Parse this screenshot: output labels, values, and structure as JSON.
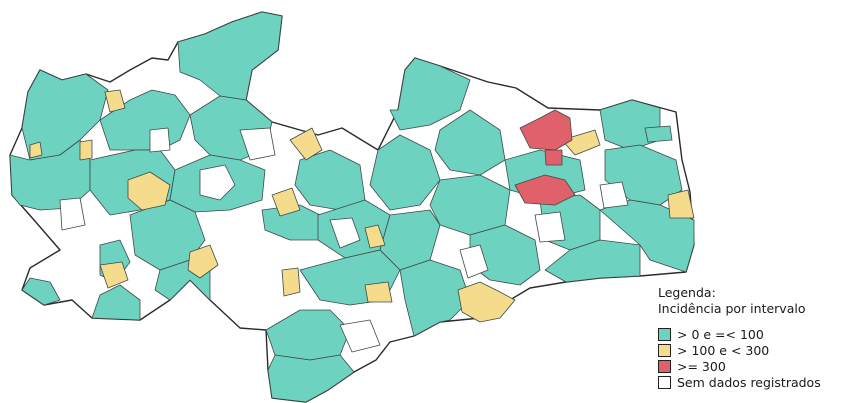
{
  "legend": {
    "title": "Legenda:",
    "subtitle": "Incidência por intervalo",
    "items": [
      {
        "label": "> 0 e =< 100",
        "color": "#6dd3c0"
      },
      {
        "label": "> 100 e < 300",
        "color": "#f5dc8c"
      },
      {
        "label": ">= 300",
        "color": "#e0606b"
      },
      {
        "label": "Sem dados registrados",
        "color": "#ffffff"
      }
    ]
  },
  "colors": {
    "low": "#6dd3c0",
    "medium": "#f5dc8c",
    "high": "#e0606b",
    "none": "#ffffff",
    "border": "#3d4a47"
  }
}
